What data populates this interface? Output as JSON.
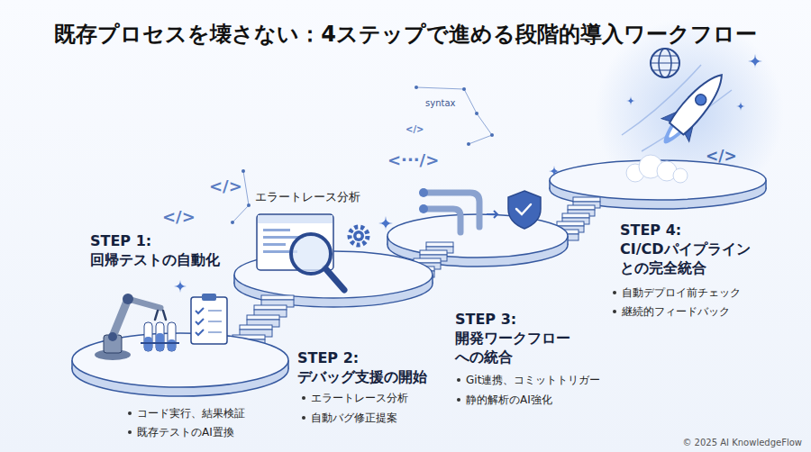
{
  "diagram": {
    "title": "既存プロセスを壊さない：4ステップで進める段階的導入ワークフロー",
    "nodes": [
      {
        "text": [
          "STEP 1: 回帰テストの自動化",
          "コード実行、結果検証",
          "既存テストのAI置換"
        ]
      },
      {
        "text": [
          "STEP 2: デバッグ支援の開始",
          "エラートレース分析",
          "自動バグ修正提案"
        ]
      },
      {
        "text": [
          "STEP 3: 開発ワークフロー への統合",
          "Git連携、コミットトリガー",
          "静的解析のAI強化"
        ]
      },
      {
        "text": [
          "STEP 4: CI/CDパイプライン との完全統合",
          "自動デプロイ前チェック",
          "継続的フィードバック"
        ]
      }
    ],
    "labels": [
      "</>",
      "</>",
      "エラートレース分析",
      "syntax",
      "</>",
      "<···/>",
      "</>",
      "© 2025 AI KnowledgeFlow"
    ]
  }
}
